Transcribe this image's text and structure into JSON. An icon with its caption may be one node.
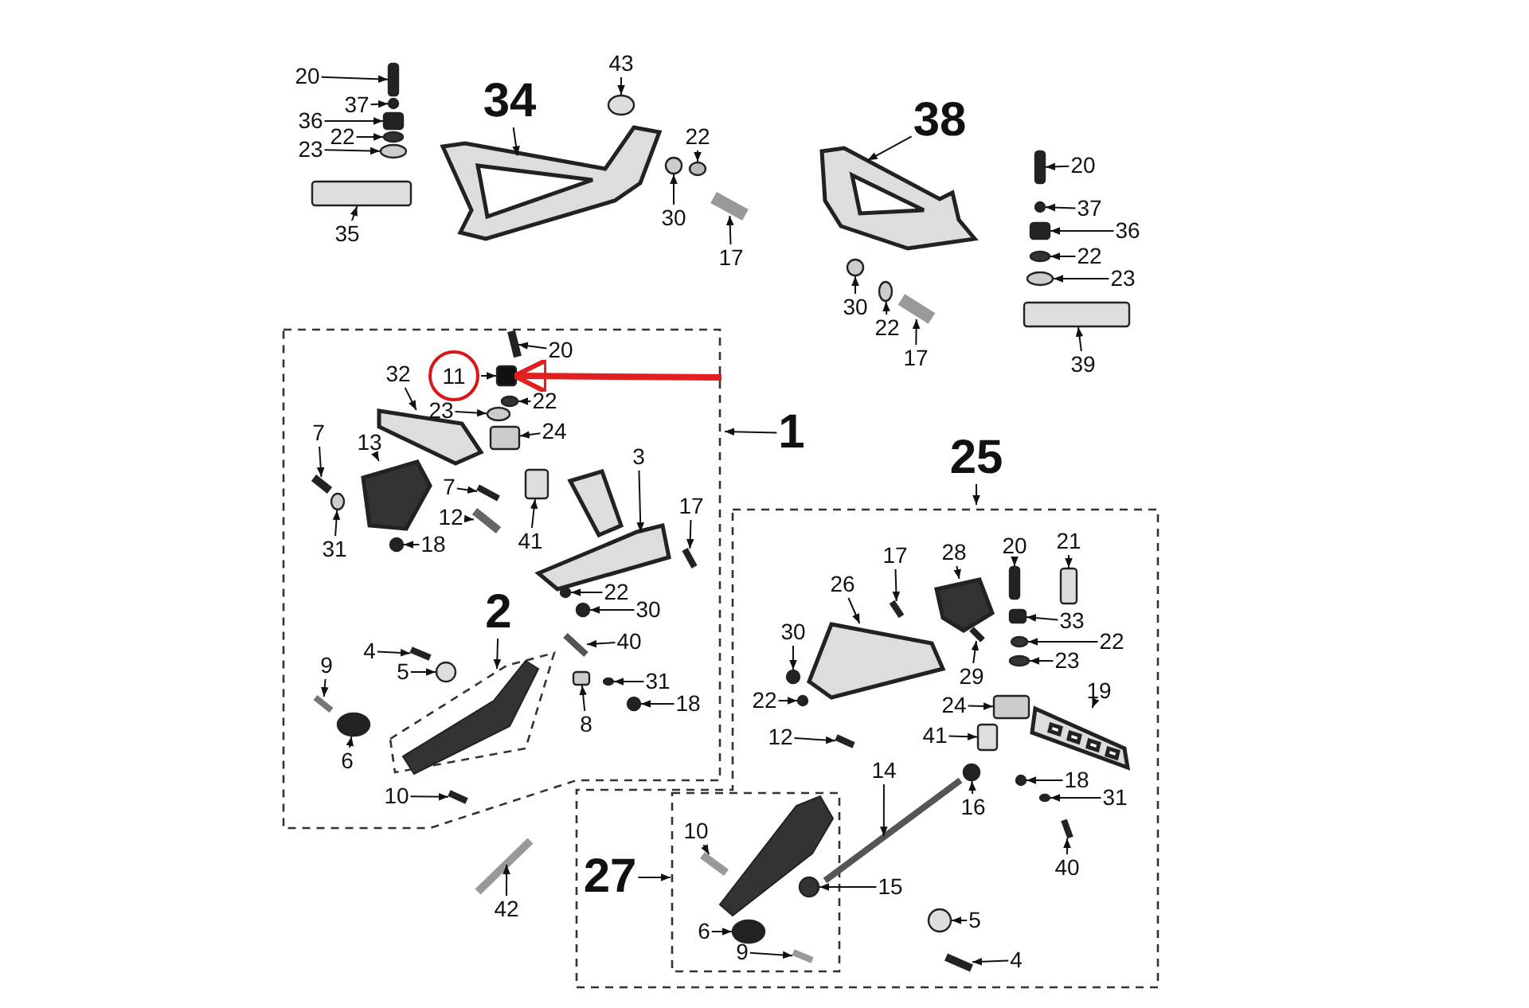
{
  "diagram": {
    "nodes": [
      {
        "text": [
          "20"
        ]
      },
      {
        "text": [
          "37"
        ]
      },
      {
        "text": [
          "36"
        ]
      },
      {
        "text": [
          "22"
        ]
      },
      {
        "text": [
          "23"
        ]
      },
      {
        "text": [
          "35"
        ]
      },
      {
        "text": [
          "34"
        ]
      },
      {
        "text": [
          "43"
        ]
      },
      {
        "text": [
          "22"
        ]
      },
      {
        "text": [
          "30"
        ]
      },
      {
        "text": [
          "17"
        ]
      },
      {
        "text": [
          "38"
        ]
      },
      {
        "text": [
          "20"
        ]
      },
      {
        "text": [
          "37"
        ]
      },
      {
        "text": [
          "36"
        ]
      },
      {
        "text": [
          "22"
        ]
      },
      {
        "text": [
          "23"
        ]
      },
      {
        "text": [
          "30"
        ]
      },
      {
        "text": [
          "22"
        ]
      },
      {
        "text": [
          "17"
        ]
      },
      {
        "text": [
          "39"
        ]
      },
      {
        "text": [
          "20"
        ]
      },
      {
        "text": [
          "11"
        ]
      },
      {
        "text": [],
        "shape": "box"
      },
      {
        "text": [
          "32"
        ]
      },
      {
        "text": [
          "22"
        ]
      },
      {
        "text": [
          "23"
        ]
      },
      {
        "text": [
          "24"
        ]
      },
      {
        "text": [
          "1"
        ]
      },
      {
        "text": [
          "7"
        ]
      },
      {
        "text": [
          "13"
        ]
      },
      {
        "text": [
          "3"
        ]
      },
      {
        "text": [
          "7"
        ]
      },
      {
        "text": [
          "17"
        ]
      },
      {
        "text": [
          "12"
        ]
      },
      {
        "text": [
          "41"
        ]
      },
      {
        "text": [
          "31"
        ]
      },
      {
        "text": [
          "18"
        ]
      },
      {
        "text": [
          "22"
        ]
      },
      {
        "text": [
          "30"
        ]
      },
      {
        "text": [
          "2"
        ]
      },
      {
        "text": [
          "40"
        ]
      },
      {
        "text": [
          "4"
        ]
      },
      {
        "text": [
          "31"
        ]
      },
      {
        "text": [
          "9"
        ]
      },
      {
        "text": [
          "5"
        ]
      },
      {
        "text": [
          "18"
        ]
      },
      {
        "text": [
          "8"
        ]
      },
      {
        "text": [
          "6"
        ]
      },
      {
        "text": [
          "10"
        ]
      },
      {
        "text": [
          "25"
        ]
      },
      {
        "text": [
          "21"
        ]
      },
      {
        "text": [
          "20"
        ]
      },
      {
        "text": [
          "28"
        ]
      },
      {
        "text": [
          "17"
        ]
      },
      {
        "text": [
          "26"
        ]
      },
      {
        "text": [
          "33"
        ]
      },
      {
        "text": [
          "30"
        ]
      },
      {
        "text": [
          "22"
        ]
      },
      {
        "text": [
          "23"
        ]
      },
      {
        "text": [
          "29"
        ]
      },
      {
        "text": [
          "19"
        ]
      },
      {
        "text": [
          "22"
        ]
      },
      {
        "text": [
          "24"
        ]
      },
      {
        "text": [
          "41"
        ]
      },
      {
        "text": [
          "12"
        ]
      },
      {
        "text": [
          "14"
        ]
      },
      {
        "text": [
          "18"
        ]
      },
      {
        "text": [
          "31"
        ]
      },
      {
        "text": [
          "16"
        ]
      },
      {
        "text": [
          "10"
        ]
      },
      {
        "text": [
          "40"
        ]
      },
      {
        "text": [
          "27"
        ]
      },
      {
        "text": [
          "15"
        ]
      },
      {
        "text": [
          "42"
        ]
      },
      {
        "text": [
          "5"
        ]
      },
      {
        "text": [
          "6"
        ]
      },
      {
        "text": [
          "9"
        ]
      },
      {
        "text": [
          "4"
        ]
      },
      {
        "text": [],
        "shape": "box"
      },
      {
        "text": [],
        "shape": "circle"
      },
      {
        "text": [],
        "shape": "box"
      },
      {
        "text": [],
        "shape": "circle"
      },
      {
        "text": [],
        "shape": "circle"
      },
      {
        "text": [],
        "shape": "box"
      },
      {
        "text": [],
        "shape": "picture"
      },
      {
        "text": [],
        "shape": "circle"
      },
      {
        "text": [],
        "shape": "circle"
      },
      {
        "text": [],
        "shape": "circle"
      },
      {
        "text": [],
        "shape": "bar"
      },
      {
        "text": [],
        "shape": "picture"
      },
      {
        "text": [],
        "shape": "box"
      },
      {
        "text": [],
        "shape": "circle"
      },
      {
        "text": [],
        "shape": "box"
      },
      {
        "text": [],
        "shape": "circle"
      },
      {
        "text": [],
        "shape": "circle"
      },
      {
        "text": [],
        "shape": "circle"
      },
      {
        "text": [],
        "shape": "circle"
      },
      {
        "text": [],
        "shape": "bar"
      },
      {
        "text": [],
        "shape": "box"
      },
      {
        "text": [],
        "shape": "bar"
      },
      {
        "text": [],
        "shape": "picture"
      },
      {
        "text": [],
        "shape": "circle"
      },
      {
        "text": [],
        "shape": "circle"
      },
      {
        "text": [],
        "shape": "box"
      },
      {
        "text": [],
        "shape": "bar"
      },
      {
        "text": [],
        "shape": "picture"
      },
      {
        "text": [],
        "shape": "picture"
      },
      {
        "text": [],
        "shape": "bar"
      },
      {
        "text": [],
        "shape": "bar"
      },
      {
        "text": [],
        "shape": "bar"
      },
      {
        "text": [],
        "shape": "box"
      },
      {
        "text": [],
        "shape": "circle"
      },
      {
        "text": [],
        "shape": "circle"
      },
      {
        "text": [],
        "shape": "circle"
      },
      {
        "text": [],
        "shape": "circle"
      },
      {
        "text": [],
        "shape": "bar"
      },
      {
        "text": [],
        "shape": "bar"
      },
      {
        "text": [],
        "shape": "circle"
      },
      {
        "text": [],
        "shape": "bar"
      },
      {
        "text": [],
        "shape": "circle"
      },
      {
        "text": [],
        "shape": "circle"
      },
      {
        "text": [],
        "shape": "box"
      },
      {
        "text": [],
        "shape": "circle"
      },
      {
        "text": [],
        "shape": "bar"
      },
      {
        "text": [],
        "shape": "box"
      },
      {
        "text": [],
        "shape": "box"
      },
      {
        "text": [],
        "shape": "picture"
      },
      {
        "text": [],
        "shape": "bar"
      },
      {
        "text": [],
        "shape": "picture"
      },
      {
        "text": [],
        "shape": "box"
      },
      {
        "text": [],
        "shape": "circle"
      },
      {
        "text": [],
        "shape": "circle"
      },
      {
        "text": [],
        "shape": "circle"
      },
      {
        "text": [],
        "shape": "bar"
      },
      {
        "text": [],
        "shape": "picture"
      },
      {
        "text": [],
        "shape": "circle"
      },
      {
        "text": [],
        "shape": "box"
      },
      {
        "text": [],
        "shape": "box"
      },
      {
        "text": [],
        "shape": "bar"
      },
      {
        "text": [],
        "shape": "bar"
      },
      {
        "text": [],
        "shape": "circle"
      },
      {
        "text": [],
        "shape": "circle"
      },
      {
        "text": [],
        "shape": "circle"
      },
      {
        "text": [],
        "shape": "bar"
      },
      {
        "text": [],
        "shape": "bar"
      },
      {
        "text": [],
        "shape": "circle"
      },
      {
        "text": [],
        "shape": "bar"
      },
      {
        "text": [],
        "shape": "circle"
      },
      {
        "text": [],
        "shape": "circle"
      },
      {
        "text": [],
        "shape": "bar"
      },
      {
        "text": [],
        "shape": "bar"
      }
    ],
    "edges": [
      {
        "from": 0,
        "to": 79,
        "arrow": "to"
      },
      {
        "from": 1,
        "to": 80,
        "arrow": "to"
      },
      {
        "from": 2,
        "to": 81,
        "arrow": "to"
      },
      {
        "from": 3,
        "to": 82,
        "arrow": "to"
      },
      {
        "from": 4,
        "to": 83,
        "arrow": "to"
      },
      {
        "from": 5,
        "to": 84,
        "arrow": "to"
      },
      {
        "from": 6,
        "to": 85,
        "arrow": "to"
      },
      {
        "from": 7,
        "to": 86,
        "arrow": "to"
      },
      {
        "from": 8,
        "to": 87,
        "arrow": "to"
      },
      {
        "from": 9,
        "to": 88,
        "arrow": "to"
      },
      {
        "from": 10,
        "to": 89,
        "arrow": "to"
      },
      {
        "from": 11,
        "to": 90,
        "arrow": "to"
      },
      {
        "from": 12,
        "to": 91,
        "arrow": "to"
      },
      {
        "from": 13,
        "to": 92,
        "arrow": "to"
      },
      {
        "from": 14,
        "to": 93,
        "arrow": "to"
      },
      {
        "from": 15,
        "to": 94,
        "arrow": "to"
      },
      {
        "from": 16,
        "to": 95,
        "arrow": "to"
      },
      {
        "from": 17,
        "to": 96,
        "arrow": "to"
      },
      {
        "from": 18,
        "to": 97,
        "arrow": "to"
      },
      {
        "from": 19,
        "to": 98,
        "arrow": "to"
      },
      {
        "from": 20,
        "to": 99,
        "arrow": "to"
      },
      {
        "from": 21,
        "to": 100,
        "arrow": "to"
      },
      {
        "from": 22,
        "to": 23,
        "arrow": "to"
      },
      {
        "from": 24,
        "to": 101,
        "arrow": "to"
      },
      {
        "from": 25,
        "to": 102,
        "arrow": "to"
      },
      {
        "from": 26,
        "to": 103,
        "arrow": "to"
      },
      {
        "from": 27,
        "to": 104,
        "arrow": "to"
      },
      {
        "from": 28,
        "to": null,
        "arrow": "to"
      },
      {
        "from": 29,
        "to": 105,
        "arrow": "to"
      },
      {
        "from": 30,
        "to": 106,
        "arrow": "to"
      },
      {
        "from": 31,
        "to": 107,
        "arrow": "to"
      },
      {
        "from": 32,
        "to": 108,
        "arrow": "to"
      },
      {
        "from": 33,
        "to": 109,
        "arrow": "to"
      },
      {
        "from": 34,
        "to": 110,
        "arrow": "to"
      },
      {
        "from": 35,
        "to": 111,
        "arrow": "to"
      },
      {
        "from": 36,
        "to": 112,
        "arrow": "to"
      },
      {
        "from": 37,
        "to": 113,
        "arrow": "to"
      },
      {
        "from": 38,
        "to": 114,
        "arrow": "to"
      },
      {
        "from": 39,
        "to": 115,
        "arrow": "to"
      },
      {
        "from": 40,
        "to": null,
        "arrow": "to"
      },
      {
        "from": 41,
        "to": 116,
        "arrow": "to"
      },
      {
        "from": 42,
        "to": 117,
        "arrow": "to"
      },
      {
        "from": 43,
        "to": 118,
        "arrow": "to"
      },
      {
        "from": 44,
        "to": 119,
        "arrow": "to"
      },
      {
        "from": 45,
        "to": 120,
        "arrow": "to"
      },
      {
        "from": 46,
        "to": 121,
        "arrow": "to"
      },
      {
        "from": 47,
        "to": 122,
        "arrow": "to"
      },
      {
        "from": 48,
        "to": 123,
        "arrow": "to"
      },
      {
        "from": 49,
        "to": 124,
        "arrow": "to"
      },
      {
        "from": 50,
        "to": null,
        "arrow": "to"
      },
      {
        "from": 51,
        "to": 125,
        "arrow": "to"
      },
      {
        "from": 52,
        "to": 126,
        "arrow": "to"
      },
      {
        "from": 53,
        "to": 127,
        "arrow": "to"
      },
      {
        "from": 54,
        "to": 128,
        "arrow": "to"
      },
      {
        "from": 55,
        "to": 129,
        "arrow": "to"
      },
      {
        "from": 56,
        "to": 130,
        "arrow": "to"
      },
      {
        "from": 57,
        "to": 131,
        "arrow": "to"
      },
      {
        "from": 58,
        "to": 132,
        "arrow": "to"
      },
      {
        "from": 59,
        "to": 133,
        "arrow": "to"
      },
      {
        "from": 60,
        "to": 134,
        "arrow": "to"
      },
      {
        "from": 61,
        "to": 135,
        "arrow": "to"
      },
      {
        "from": 62,
        "to": 136,
        "arrow": "to"
      },
      {
        "from": 63,
        "to": 137,
        "arrow": "to"
      },
      {
        "from": 64,
        "to": 138,
        "arrow": "to"
      },
      {
        "from": 65,
        "to": 139,
        "arrow": "to"
      },
      {
        "from": 66,
        "to": 140,
        "arrow": "to"
      },
      {
        "from": 67,
        "to": 141,
        "arrow": "to"
      },
      {
        "from": 68,
        "to": 142,
        "arrow": "to"
      },
      {
        "from": 69,
        "to": 143,
        "arrow": "to"
      },
      {
        "from": 70,
        "to": 144,
        "arrow": "to"
      },
      {
        "from": 71,
        "to": 145,
        "arrow": "to"
      },
      {
        "from": 72,
        "to": null,
        "arrow": "to"
      },
      {
        "from": 73,
        "to": 146,
        "arrow": "to"
      },
      {
        "from": 74,
        "to": 147,
        "arrow": "to"
      },
      {
        "from": 75,
        "to": 148,
        "arrow": "to"
      },
      {
        "from": 76,
        "to": 149,
        "arrow": "to"
      },
      {
        "from": 77,
        "to": 150,
        "arrow": "to"
      },
      {
        "from": 78,
        "to": 151,
        "arrow": "to"
      },
      {
        "from": null,
        "to": 23,
        "arrow": "to",
        "style": "thick",
        "color": "#e02020"
      }
    ]
  }
}
